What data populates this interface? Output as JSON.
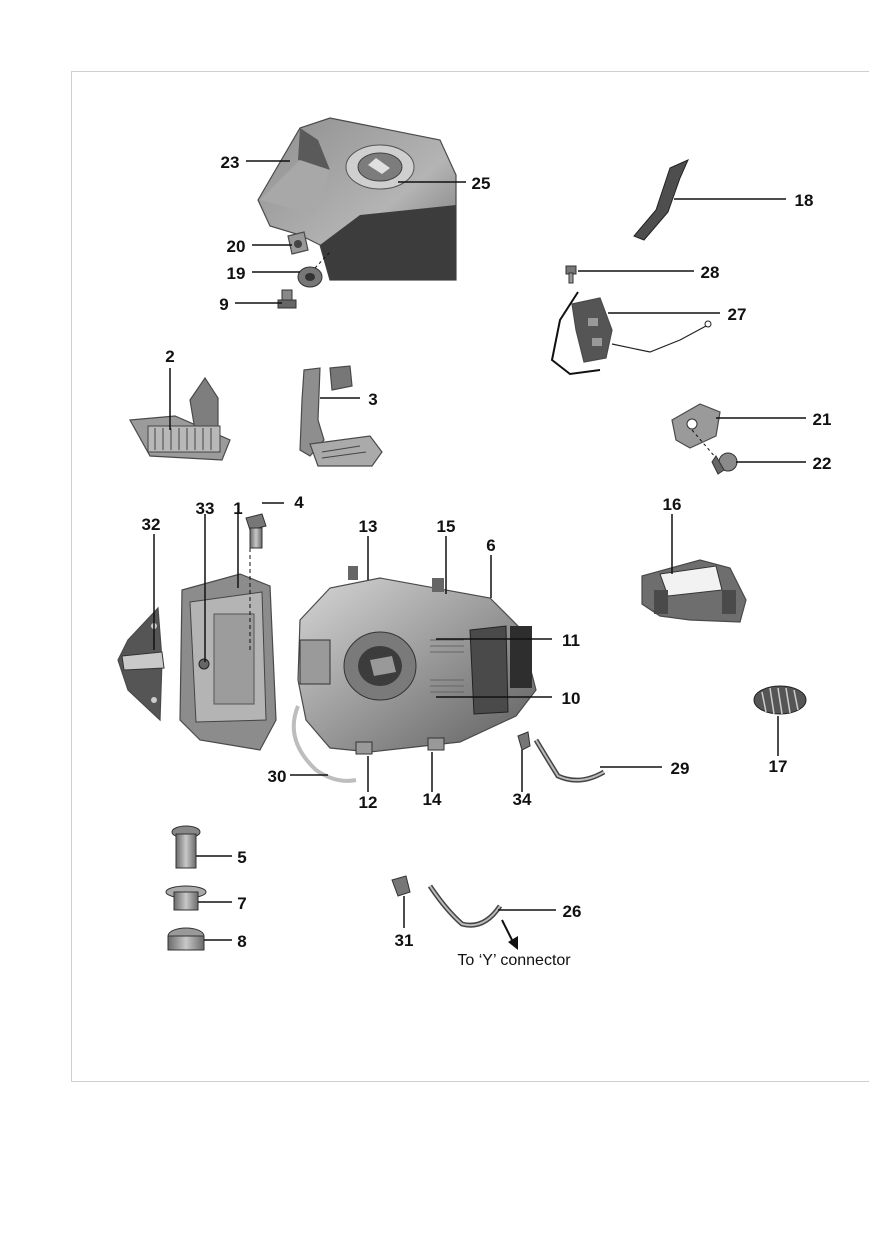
{
  "parts": [
    {
      "id": "p1",
      "label": "1"
    },
    {
      "id": "p2",
      "label": "2"
    },
    {
      "id": "p3",
      "label": "3"
    },
    {
      "id": "p4",
      "label": "4"
    },
    {
      "id": "p5",
      "label": "5"
    },
    {
      "id": "p6",
      "label": "6"
    },
    {
      "id": "p7",
      "label": "7"
    },
    {
      "id": "p8",
      "label": "8"
    },
    {
      "id": "p9",
      "label": "9"
    },
    {
      "id": "p10",
      "label": "10"
    },
    {
      "id": "p11",
      "label": "11"
    },
    {
      "id": "p12",
      "label": "12"
    },
    {
      "id": "p13",
      "label": "13"
    },
    {
      "id": "p14",
      "label": "14"
    },
    {
      "id": "p15",
      "label": "15"
    },
    {
      "id": "p16",
      "label": "16"
    },
    {
      "id": "p17",
      "label": "17"
    },
    {
      "id": "p18",
      "label": "18"
    },
    {
      "id": "p19",
      "label": "19"
    },
    {
      "id": "p20",
      "label": "20"
    },
    {
      "id": "p21",
      "label": "21"
    },
    {
      "id": "p22",
      "label": "22"
    },
    {
      "id": "p23",
      "label": "23"
    },
    {
      "id": "p25",
      "label": "25"
    },
    {
      "id": "p26",
      "label": "26"
    },
    {
      "id": "p27",
      "label": "27"
    },
    {
      "id": "p28",
      "label": "28"
    },
    {
      "id": "p29",
      "label": "29"
    },
    {
      "id": "p30",
      "label": "30"
    },
    {
      "id": "p31",
      "label": "31"
    },
    {
      "id": "p32",
      "label": "32"
    },
    {
      "id": "p33",
      "label": "33"
    },
    {
      "id": "p34",
      "label": "34"
    }
  ],
  "annotation": "To ‘Y’ connector"
}
